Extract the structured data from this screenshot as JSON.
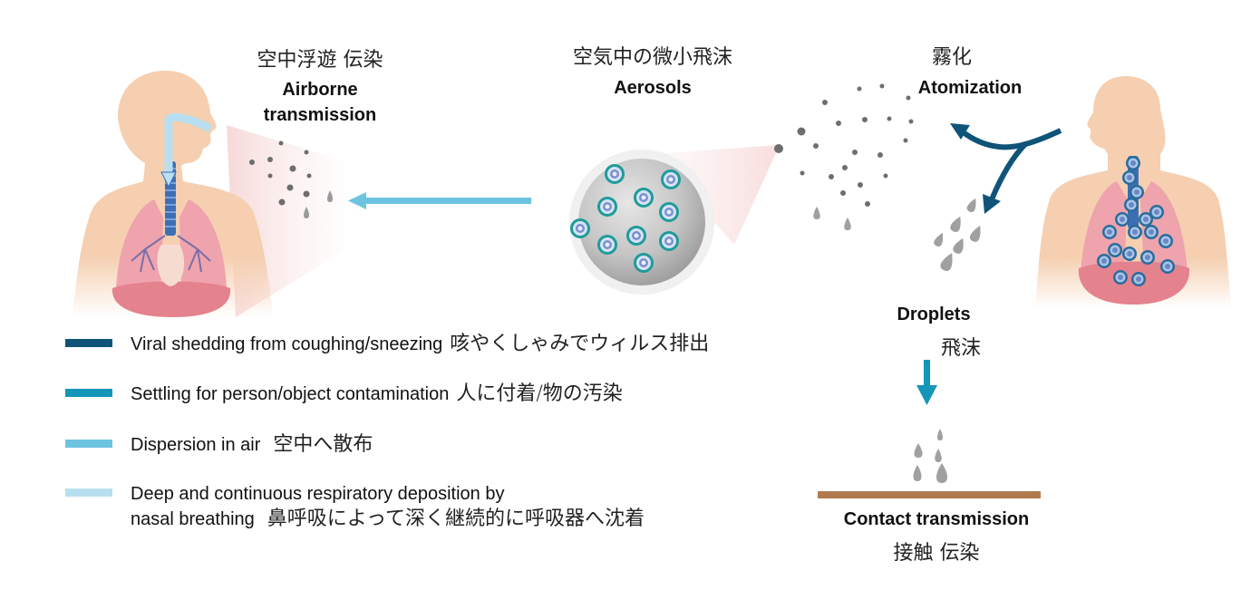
{
  "labels": {
    "airborne": {
      "jp": "空中浮遊 伝染",
      "en_line1": "Airborne",
      "en_line2": "transmission"
    },
    "aerosols": {
      "jp": "空気中の微小飛沫",
      "en": "Aerosols"
    },
    "atomization": {
      "jp": "霧化",
      "en": "Atomization"
    },
    "droplets": {
      "en": "Droplets",
      "jp": "飛沫"
    },
    "contact": {
      "en": "Contact transmission",
      "jp": "接触 伝染"
    }
  },
  "legend": [
    {
      "color": "#0f5478",
      "en": "Viral shedding from coughing/sneezing",
      "jp": "咳やくしゃみでウィルス排出"
    },
    {
      "color": "#1496b8",
      "en": "Settling for person/object contamination",
      "jp": "人に付着/物の汚染"
    },
    {
      "color": "#6cc4e0",
      "en": "Dispersion in air",
      "jp": "空中へ散布"
    },
    {
      "color": "#b8dff0",
      "en": "Deep and continuous respiratory deposition by",
      "en_line2": "nasal breathing",
      "jp": "鼻呼吸によって深く継続的に呼吸器へ沈着"
    }
  ],
  "colors": {
    "skin": "#f5cfb0",
    "lung": "#e98f9a",
    "trachea": "#3d6fb5",
    "dark_arrow": "#0f5478",
    "settle_arrow": "#1496b8",
    "dispersion_arrow": "#6cc4e0",
    "nasal_path": "#b8dff0",
    "particle": "#6e6e6e",
    "droplet": "#a0a0a0",
    "surface": "#b07a4e",
    "virus_spike": "#1f9b9b"
  }
}
